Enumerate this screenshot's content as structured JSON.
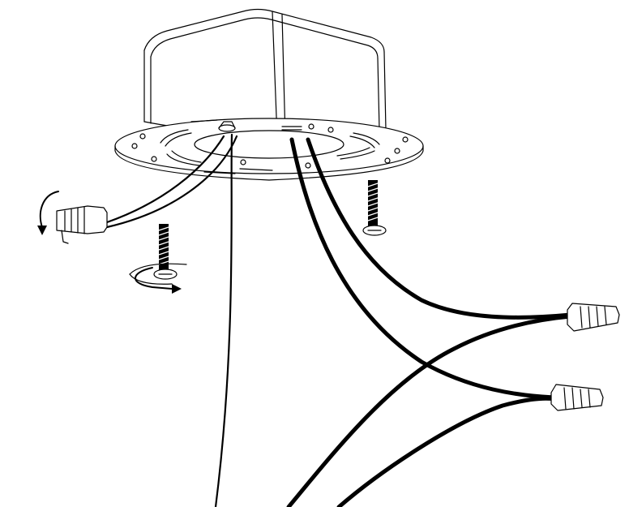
{
  "diagram": {
    "type": "installation-illustration",
    "components": [
      "junction-box",
      "mounting-plate",
      "mounting-screw-left",
      "mounting-screw-right",
      "wire-connector-left",
      "wire-connector-right-upper",
      "wire-connector-right-lower",
      "rotation-arrow-connector",
      "rotation-arrow-screw"
    ],
    "colors": {
      "line": "#000000",
      "background": "#ffffff"
    }
  }
}
